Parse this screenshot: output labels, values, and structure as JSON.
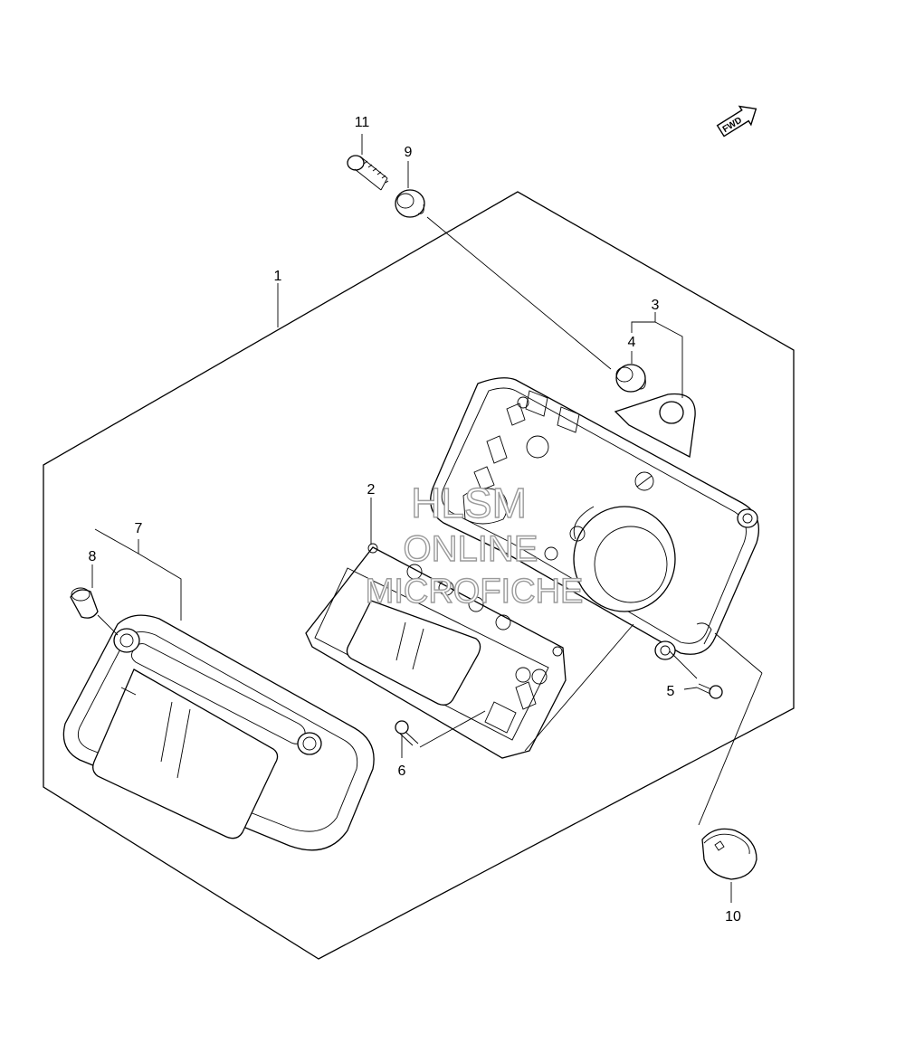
{
  "diagram": {
    "callouts": [
      {
        "id": "c1",
        "label": "1"
      },
      {
        "id": "c2",
        "label": "2"
      },
      {
        "id": "c3",
        "label": "3"
      },
      {
        "id": "c4",
        "label": "4"
      },
      {
        "id": "c5",
        "label": "5"
      },
      {
        "id": "c6",
        "label": "6"
      },
      {
        "id": "c7",
        "label": "7"
      },
      {
        "id": "c8",
        "label": "8"
      },
      {
        "id": "c9",
        "label": "9"
      },
      {
        "id": "c10",
        "label": "10"
      },
      {
        "id": "c11",
        "label": "11"
      }
    ],
    "forward_marker": "FWD",
    "watermark": {
      "line1": "HLSM",
      "line2": "ONLINE",
      "line3": "MICROFICHE"
    }
  }
}
